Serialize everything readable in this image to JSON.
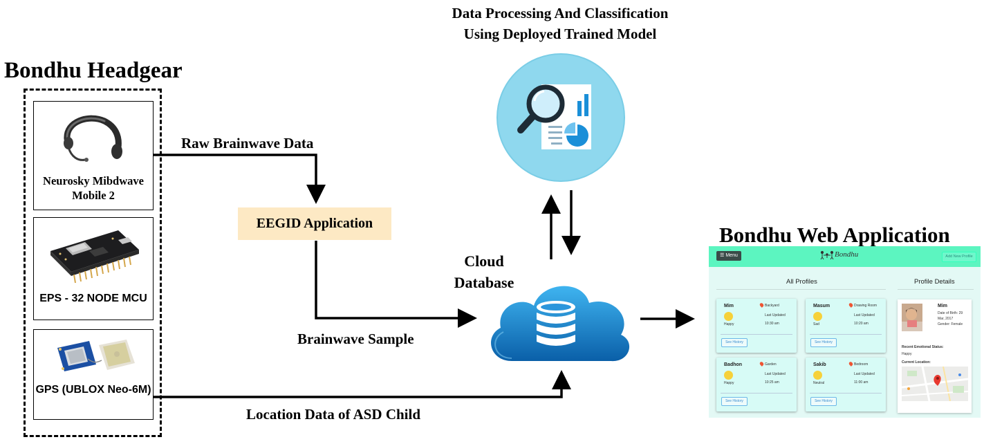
{
  "headgear": {
    "title": "Bondhu Headgear",
    "components": [
      {
        "label": "Neurosky Mibdwave Mobile 2",
        "icon": "eeg-headset-icon"
      },
      {
        "label": "EPS - 32 NODE MCU",
        "icon": "microcontroller-board-icon"
      },
      {
        "label": "GPS (UBLOX Neo-6M)",
        "icon": "gps-module-icon"
      }
    ]
  },
  "flow": {
    "raw_data": "Raw Brainwave Data",
    "app": "EEGID Application",
    "sample": "Brainwave Sample",
    "location": "Location Data of ASD Child"
  },
  "processing": {
    "line1": "Data Processing And Classification",
    "line2": "Using Deployed Trained Model",
    "icon": "analytics-magnifier-icon"
  },
  "cloud": {
    "line1": "Cloud",
    "line2": "Database",
    "icon": "cloud-database-icon"
  },
  "web": {
    "title": "Bondhu Web Application",
    "menu": "☰ Menu",
    "brand": "Bondhu",
    "add_button": "Add New Profile",
    "all_profiles": "All Profiles",
    "profile_details": "Profile Details",
    "last_updated": "Last Updated",
    "see_history": "See History",
    "profiles": [
      {
        "name": "Mim",
        "place": "Backyard",
        "emotion": "Happy",
        "time": "10:30 am"
      },
      {
        "name": "Masum",
        "place": "Drawing Room",
        "emotion": "Sad",
        "time": "10:20 am"
      },
      {
        "name": "Badhon",
        "place": "Garden",
        "emotion": "Happy",
        "time": "10:25 am"
      },
      {
        "name": "Sakib",
        "place": "Bedroom",
        "emotion": "Neutral",
        "time": "11:00 am"
      }
    ],
    "detail": {
      "name": "Mim",
      "dob_line1": "Date of Birth: 29",
      "dob_line2": "Mar, 2017",
      "gender": "Gender: Female",
      "status_label": "Recent Emotional Status:",
      "status": "Happy",
      "location_label": "Current Location:"
    }
  },
  "colors": {
    "app_box": "#fde9c4",
    "web_nav": "#5cf5c0",
    "web_bg": "#e3f9f5",
    "cloud_blue": "#1a8fd8",
    "processing_circle": "#8fd8ee"
  }
}
